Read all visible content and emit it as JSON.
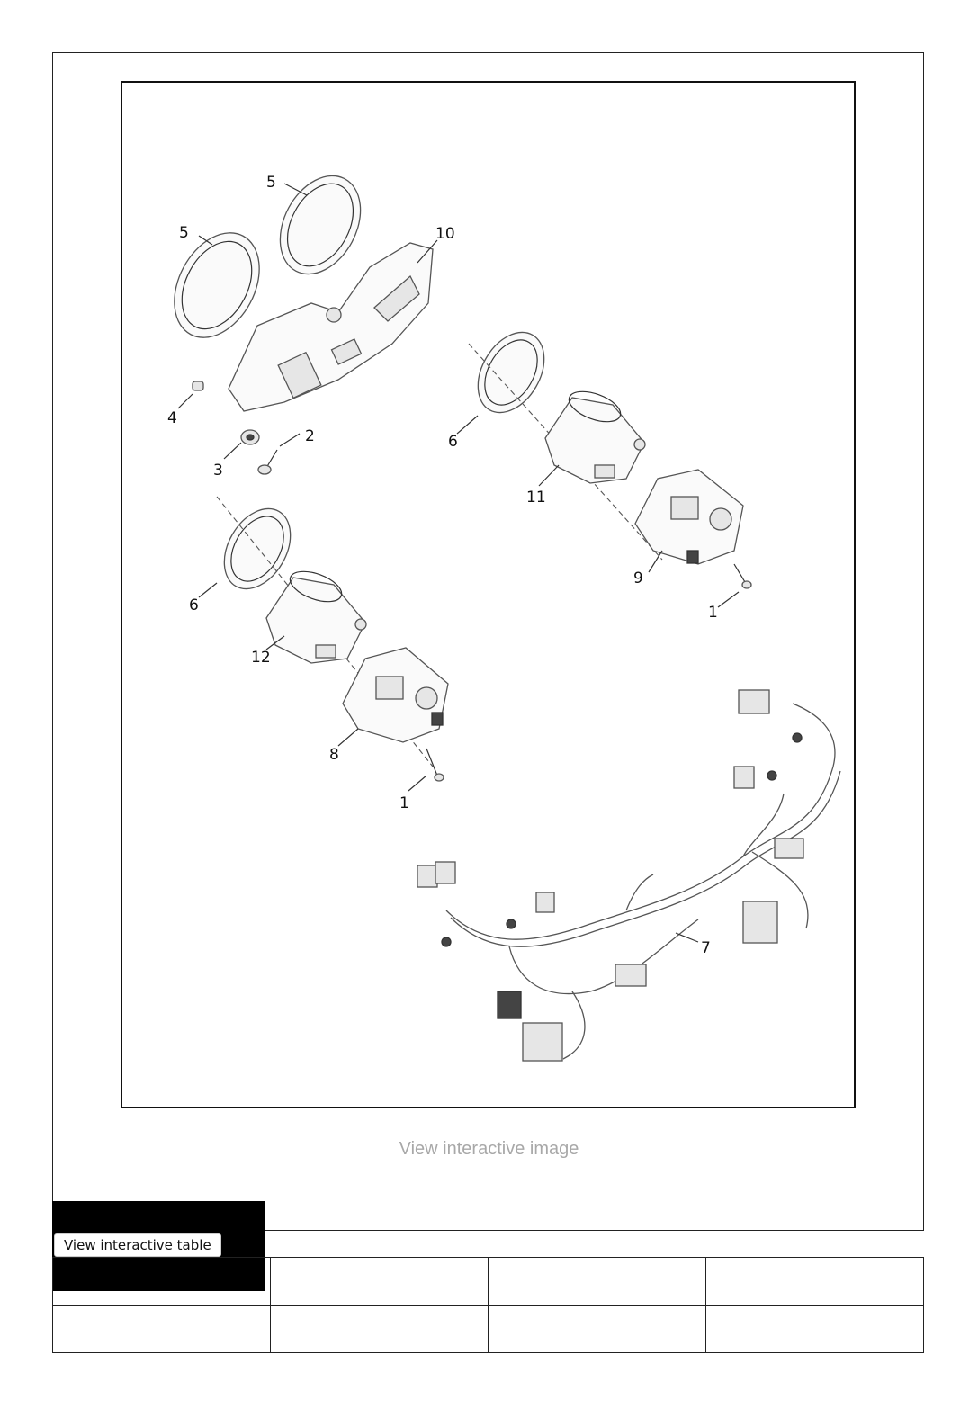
{
  "diagram": {
    "callouts": {
      "c1a": "1",
      "c1b": "1",
      "c2": "2",
      "c3": "3",
      "c4": "4",
      "c5a": "5",
      "c5b": "5",
      "c6a": "6",
      "c6b": "6",
      "c7": "7",
      "c8": "8",
      "c9": "9",
      "c10": "10",
      "c11": "11",
      "c12": "12"
    }
  },
  "links": {
    "view_interactive_image": "View interactive image"
  },
  "table": {
    "view_button": "View interactive table",
    "rows": [
      [
        "",
        "",
        "",
        ""
      ],
      [
        "",
        "",
        "",
        ""
      ]
    ]
  }
}
